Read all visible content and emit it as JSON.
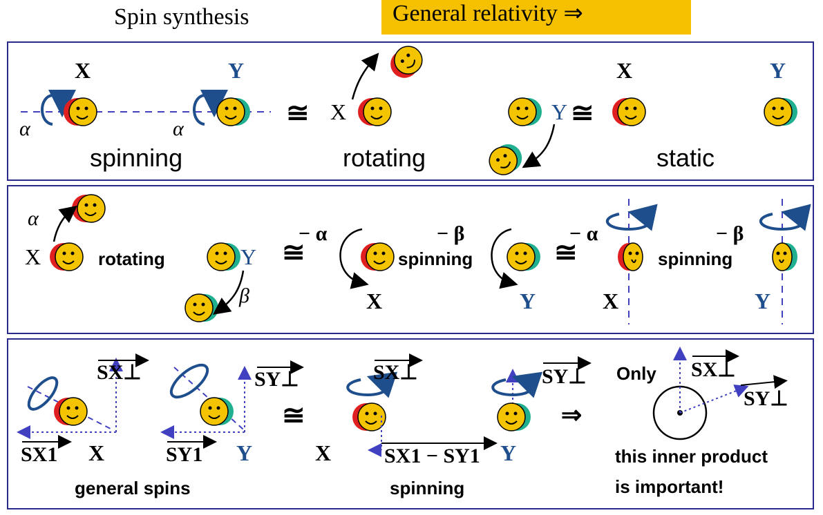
{
  "header": {
    "title": "Spin synthesis",
    "relativity_button": "General relativity ⇒"
  },
  "panel1": {
    "x": "X",
    "y": "Y",
    "alpha": "α",
    "spinning": "spinning",
    "rotating": "rotating",
    "static": "static",
    "congruent": "≅"
  },
  "panel2": {
    "x": "X",
    "y": "Y",
    "alpha": "α",
    "beta": "β",
    "minus_alpha": "− α",
    "minus_beta": "− β",
    "rotating": "rotating",
    "spinning": "spinning",
    "congruent": "≅"
  },
  "panel3": {
    "x": "X",
    "y": "Y",
    "sx_perp": "SX⊥",
    "sy_perp": "SY⊥",
    "sx1": "SX1",
    "sy1": "SY1",
    "sdiff": "SX1 − SY1",
    "general_spins": "general spins",
    "spinning": "spinning",
    "only": "Only",
    "inner_product_1": "this inner product",
    "inner_product_2": "is important!",
    "congruent": "≅",
    "implies": "⇒"
  },
  "colors": {
    "border": "#2a2a8c",
    "accent": "#f5c000",
    "face": "#f5c400",
    "red": "#e02020",
    "green": "#20b090",
    "arrow": "#1f4e8c",
    "dotted": "#4040c0"
  }
}
